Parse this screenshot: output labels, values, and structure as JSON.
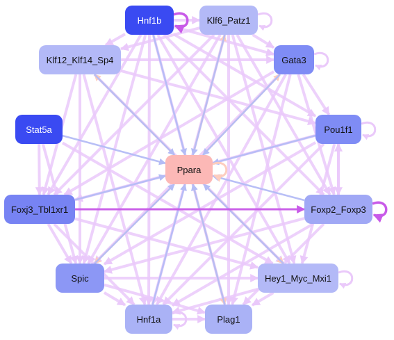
{
  "colors": {
    "edge_default": "#eac9fa",
    "edge_regulator": "#b4bcf5",
    "edge_peach": "#fdcdbf",
    "edge_strong": "#c85ae8",
    "edge_self": "#eac9fa"
  },
  "nodes": [
    {
      "id": "hnf1b",
      "label": "Hnf1b",
      "fill": "#3a4af2",
      "text_color": "#ffffff"
    },
    {
      "id": "klf6",
      "label": "Klf6_Patz1",
      "fill": "#b3b9f7",
      "text_color": "#111111"
    },
    {
      "id": "klf12",
      "label": "Klf12_Klf14_Sp4",
      "fill": "#b3b9f7",
      "text_color": "#111111"
    },
    {
      "id": "gata3",
      "label": "Gata3",
      "fill": "#7f8cf5",
      "text_color": "#111111"
    },
    {
      "id": "stat5a",
      "label": "Stat5a",
      "fill": "#3a4af2",
      "text_color": "#ffffff"
    },
    {
      "id": "pou1f1",
      "label": "Pou1f1",
      "fill": "#7f8cf5",
      "text_color": "#111111"
    },
    {
      "id": "ppara",
      "label": "Ppara",
      "fill": "#fcb8b6",
      "text_color": "#111111"
    },
    {
      "id": "foxj3",
      "label": "Foxj3_Tbl1xr1",
      "fill": "#7783f3",
      "text_color": "#111111"
    },
    {
      "id": "foxp2",
      "label": "Foxp2_Foxp3",
      "fill": "#a0a8f5",
      "text_color": "#111111"
    },
    {
      "id": "spic",
      "label": "Spic",
      "fill": "#8c97f5",
      "text_color": "#111111"
    },
    {
      "id": "hey1",
      "label": "Hey1_Myc_Mxi1",
      "fill": "#b3b9f7",
      "text_color": "#111111"
    },
    {
      "id": "hnf1a",
      "label": "Hnf1a",
      "fill": "#aab2f6",
      "text_color": "#111111"
    },
    {
      "id": "plag1",
      "label": "Plag1",
      "fill": "#aab2f6",
      "text_color": "#111111"
    }
  ],
  "edges": [
    {
      "from": "hnf1b",
      "to": "klf6",
      "style": "default"
    },
    {
      "from": "hnf1b",
      "to": "klf12",
      "style": "default"
    },
    {
      "from": "hnf1b",
      "to": "gata3",
      "style": "default"
    },
    {
      "from": "hnf1b",
      "to": "pou1f1",
      "style": "default"
    },
    {
      "from": "hnf1b",
      "to": "ppara",
      "style": "regulator"
    },
    {
      "from": "hnf1b",
      "to": "foxj3",
      "style": "default"
    },
    {
      "from": "hnf1b",
      "to": "foxp2",
      "style": "default"
    },
    {
      "from": "hnf1b",
      "to": "spic",
      "style": "default"
    },
    {
      "from": "hnf1b",
      "to": "hey1",
      "style": "default"
    },
    {
      "from": "hnf1b",
      "to": "hnf1a",
      "style": "default"
    },
    {
      "from": "hnf1b",
      "to": "plag1",
      "style": "default"
    },
    {
      "from": "klf6",
      "to": "klf12",
      "style": "default"
    },
    {
      "from": "klf6",
      "to": "gata3",
      "style": "default"
    },
    {
      "from": "klf6",
      "to": "ppara",
      "style": "regulator"
    },
    {
      "from": "klf6",
      "to": "foxj3",
      "style": "default"
    },
    {
      "from": "klf6",
      "to": "foxp2",
      "style": "default"
    },
    {
      "from": "klf6",
      "to": "spic",
      "style": "default"
    },
    {
      "from": "klf6",
      "to": "hey1",
      "style": "default"
    },
    {
      "from": "klf6",
      "to": "hnf1a",
      "style": "default"
    },
    {
      "from": "klf6",
      "to": "plag1",
      "style": "default"
    },
    {
      "from": "klf12",
      "to": "gata3",
      "style": "default"
    },
    {
      "from": "klf12",
      "to": "ppara",
      "style": "regulator"
    },
    {
      "from": "klf12",
      "to": "pou1f1",
      "style": "default"
    },
    {
      "from": "klf12",
      "to": "foxj3",
      "style": "default"
    },
    {
      "from": "klf12",
      "to": "spic",
      "style": "default"
    },
    {
      "from": "klf12",
      "to": "hey1",
      "style": "default"
    },
    {
      "from": "klf12",
      "to": "hnf1a",
      "style": "default"
    },
    {
      "from": "gata3",
      "to": "ppara",
      "style": "regulator"
    },
    {
      "from": "gata3",
      "to": "pou1f1",
      "style": "default"
    },
    {
      "from": "gata3",
      "to": "foxj3",
      "style": "default"
    },
    {
      "from": "gata3",
      "to": "foxp2",
      "style": "default"
    },
    {
      "from": "gata3",
      "to": "spic",
      "style": "default"
    },
    {
      "from": "gata3",
      "to": "hnf1a",
      "style": "default"
    },
    {
      "from": "gata3",
      "to": "plag1",
      "style": "default"
    },
    {
      "from": "stat5a",
      "to": "ppara",
      "style": "regulator"
    },
    {
      "from": "stat5a",
      "to": "foxj3",
      "style": "default"
    },
    {
      "from": "stat5a",
      "to": "hey1",
      "style": "default"
    },
    {
      "from": "stat5a",
      "to": "spic",
      "style": "default"
    },
    {
      "from": "pou1f1",
      "to": "ppara",
      "style": "regulator"
    },
    {
      "from": "pou1f1",
      "to": "foxp2",
      "style": "default"
    },
    {
      "from": "pou1f1",
      "to": "foxj3",
      "style": "default"
    },
    {
      "from": "pou1f1",
      "to": "spic",
      "style": "default"
    },
    {
      "from": "pou1f1",
      "to": "hey1",
      "style": "default"
    },
    {
      "from": "pou1f1",
      "to": "hnf1a",
      "style": "default"
    },
    {
      "from": "foxj3",
      "to": "ppara",
      "style": "regulator"
    },
    {
      "from": "foxj3",
      "to": "foxp2",
      "style": "strong"
    },
    {
      "from": "foxj3",
      "to": "spic",
      "style": "default"
    },
    {
      "from": "foxj3",
      "to": "hey1",
      "style": "default"
    },
    {
      "from": "foxj3",
      "to": "hnf1a",
      "style": "default"
    },
    {
      "from": "foxp2",
      "to": "ppara",
      "style": "regulator"
    },
    {
      "from": "foxp2",
      "to": "pou1f1",
      "style": "default"
    },
    {
      "from": "foxp2",
      "to": "spic",
      "style": "default"
    },
    {
      "from": "foxp2",
      "to": "hnf1a",
      "style": "default"
    },
    {
      "from": "foxp2",
      "to": "plag1",
      "style": "default"
    },
    {
      "from": "spic",
      "to": "ppara",
      "style": "regulator"
    },
    {
      "from": "spic",
      "to": "hey1",
      "style": "default"
    },
    {
      "from": "spic",
      "to": "hnf1a",
      "style": "default"
    },
    {
      "from": "spic",
      "to": "plag1",
      "style": "default"
    },
    {
      "from": "hey1",
      "to": "ppara",
      "style": "regulator"
    },
    {
      "from": "hey1",
      "to": "hnf1a",
      "style": "default"
    },
    {
      "from": "hey1",
      "to": "plag1",
      "style": "default"
    },
    {
      "from": "hnf1a",
      "to": "ppara",
      "style": "regulator"
    },
    {
      "from": "hnf1a",
      "to": "plag1",
      "style": "default"
    },
    {
      "from": "plag1",
      "to": "ppara",
      "style": "regulator"
    },
    {
      "from": "ppara",
      "to": "klf6",
      "style": "peach"
    },
    {
      "from": "ppara",
      "to": "gata3",
      "style": "peach"
    },
    {
      "from": "ppara",
      "to": "klf12",
      "style": "peach"
    },
    {
      "from": "ppara",
      "to": "hey1",
      "style": "peach"
    },
    {
      "from": "ppara",
      "to": "spic",
      "style": "peach"
    },
    {
      "from": "ppara",
      "to": "plag1",
      "style": "peach"
    }
  ],
  "self_loops": [
    {
      "node": "hnf1b",
      "style": "strong"
    },
    {
      "node": "klf6",
      "style": "default"
    },
    {
      "node": "gata3",
      "style": "default"
    },
    {
      "node": "pou1f1",
      "style": "default"
    },
    {
      "node": "ppara",
      "style": "peach"
    },
    {
      "node": "foxp2",
      "style": "strong"
    },
    {
      "node": "hey1",
      "style": "default"
    },
    {
      "node": "hnf1a",
      "style": "default"
    }
  ]
}
